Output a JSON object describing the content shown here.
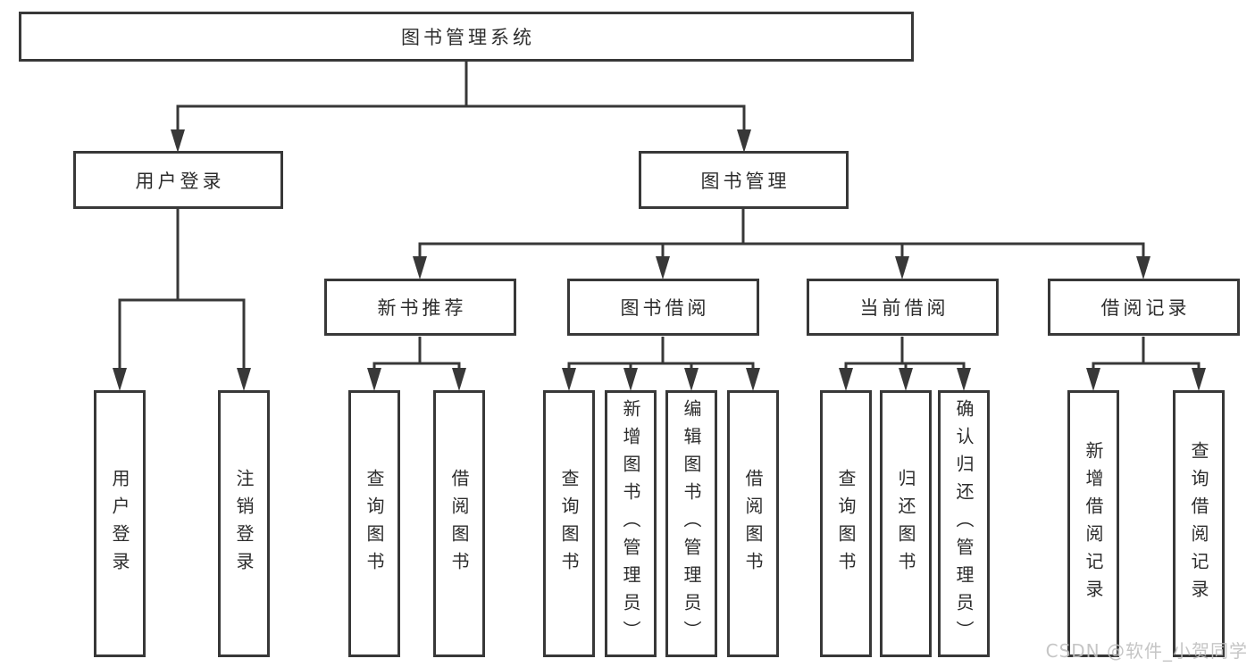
{
  "diagram": {
    "title": "图书管理系统",
    "root": "图书管理系统",
    "level2": {
      "user_login": "用户登录",
      "book_mgmt": "图书管理"
    },
    "level3": {
      "new_book": "新书推荐",
      "book_borrow": "图书借阅",
      "current_borrow": "当前借阅",
      "borrow_record": "借阅记录"
    },
    "leaves": {
      "user_login": [
        "用户登录",
        "注销登录"
      ],
      "new_book": [
        "查询图书",
        "借阅图书"
      ],
      "book_borrow": [
        "查询图书",
        "新增图书（管理员）",
        "编辑图书（管理员）",
        "借阅图书"
      ],
      "current_borrow": [
        "查询图书",
        "归还图书",
        "确认归还（管理员）"
      ],
      "borrow_record": [
        "新增借阅记录",
        "查询借阅记录"
      ]
    }
  },
  "watermark": {
    "text": "CSDN @软件_小贺同学"
  },
  "colors": {
    "line": "#383838",
    "text": "#2d2d2d",
    "background": "#ffffff",
    "watermark": "#bfbfbf"
  }
}
